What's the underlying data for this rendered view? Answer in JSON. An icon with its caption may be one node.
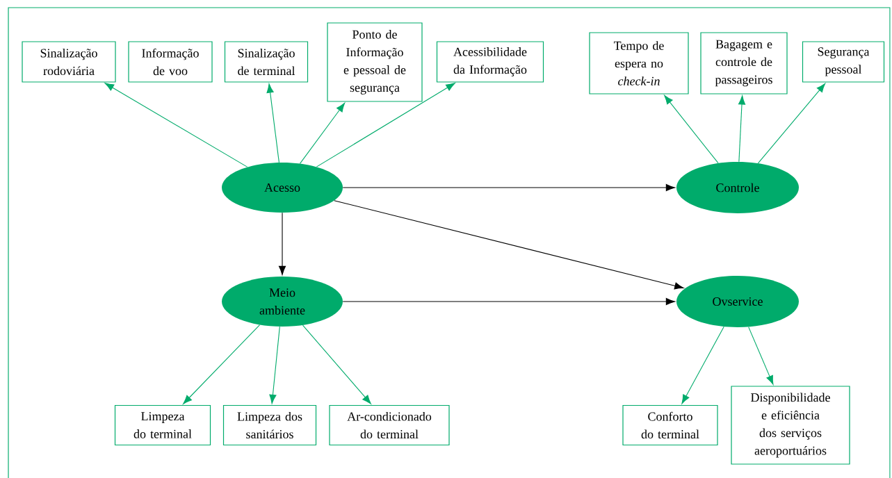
{
  "diagram": {
    "nodes": [
      {
        "text": [
          "Sinalização rodoviária"
        ]
      },
      {
        "text": [
          "Informação de voo"
        ]
      },
      {
        "text": [
          "Sinalização de terminal"
        ]
      },
      {
        "text": [
          "Ponto de Informação e pessoal de segurança"
        ]
      },
      {
        "text": [
          "Acessibilidade da Informação"
        ]
      },
      {
        "text": [
          "Tempo de espera no *check-in*"
        ]
      },
      {
        "text": [
          "Bagagem e controle de passageiros"
        ]
      },
      {
        "text": [
          "Segurança pessoal"
        ]
      },
      {
        "text": [
          "Acesso"
        ]
      },
      {
        "text": [
          "Controle"
        ]
      },
      {
        "text": [
          "Meio ambiente"
        ]
      },
      {
        "text": [
          "Ovservice"
        ]
      },
      {
        "text": [
          "Limpeza do terminal"
        ]
      },
      {
        "text": [
          "Limpeza dos sanitários"
        ]
      },
      {
        "text": [
          "Ar-condicionado do terminal"
        ]
      },
      {
        "text": [
          "Conforto do terminal"
        ]
      },
      {
        "text": [
          "Disponibilidade e eficiência dos serviços aeroportuários"
        ]
      }
    ],
    "edges": [
      {
        "from": 8,
        "to": 0,
        "arrow": "to"
      },
      {
        "from": 8,
        "to": 2,
        "arrow": "to"
      },
      {
        "from": 8,
        "to": 3,
        "arrow": "to"
      },
      {
        "from": 8,
        "to": 4,
        "arrow": "to"
      },
      {
        "from": 9,
        "to": 5,
        "arrow": "to"
      },
      {
        "from": 9,
        "to": 6,
        "arrow": "to"
      },
      {
        "from": 9,
        "to": 7,
        "arrow": "to"
      },
      {
        "from": 8,
        "to": 9,
        "arrow": "to",
        "color": "#000000"
      },
      {
        "from": 8,
        "to": 10,
        "arrow": "to",
        "color": "#000000"
      },
      {
        "from": 8,
        "to": 11,
        "arrow": "to",
        "color": "#000000"
      },
      {
        "from": 10,
        "to": 11,
        "arrow": "to",
        "color": "#000000"
      },
      {
        "from": 10,
        "to": 12,
        "arrow": "to"
      },
      {
        "from": 10,
        "to": 13,
        "arrow": "to"
      },
      {
        "from": 10,
        "to": 14,
        "arrow": "to"
      },
      {
        "from": 11,
        "to": 15,
        "arrow": "to"
      },
      {
        "from": 11,
        "to": 16,
        "arrow": "to"
      }
    ]
  }
}
